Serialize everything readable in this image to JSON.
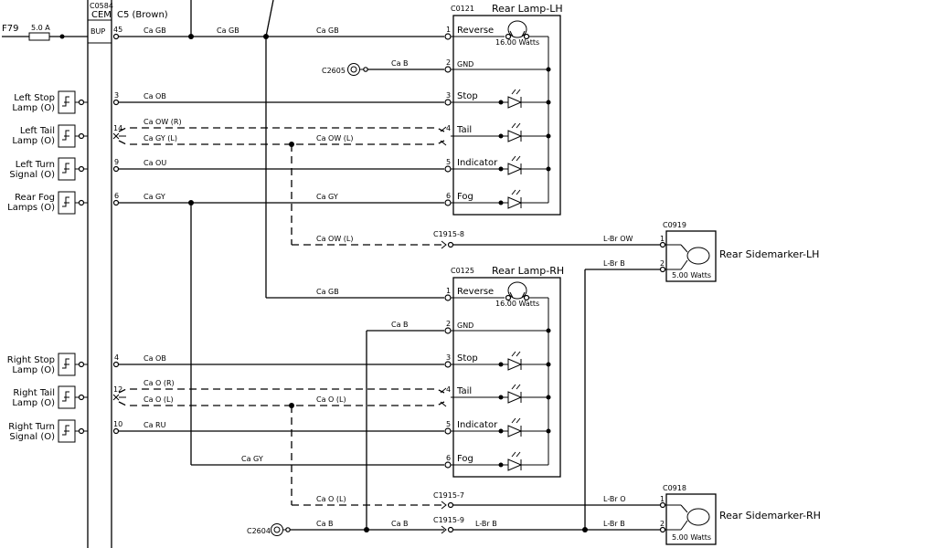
{
  "header": {
    "fuse": "F79",
    "fuse_rating": "5.0 A",
    "cem_id": "C0584",
    "cem_name": "CEM",
    "cem_connector": "C5 (Brown)",
    "bup_label": "BUP",
    "bup_pin": "45"
  },
  "wires": {
    "ca_gb": "Ca GB",
    "ca_b": "Ca B",
    "ca_ob": "Ca OB",
    "ca_ow_r": "Ca OW (R)",
    "ca_gy_l": "Ca GY (L)",
    "ca_ow_l": "Ca OW (L)",
    "ca_ou": "Ca OU",
    "ca_gy": "Ca GY",
    "ca_o_r": "Ca O (R)",
    "ca_o_l": "Ca O (L)",
    "ca_ru": "Ca RU",
    "lbr_ow": "L-Br OW",
    "lbr_b": "L-Br B",
    "lbr_o": "L-Br O"
  },
  "left_inputs": [
    {
      "line1": "Left Stop",
      "line2": "Lamp (O)",
      "pin": "3"
    },
    {
      "line1": "Left Tail",
      "line2": "Lamp (O)",
      "pin": "14"
    },
    {
      "line1": "Left Turn",
      "line2": "Signal (O)",
      "pin": "9"
    },
    {
      "line1": "Rear Fog",
      "line2": "Lamps (O)",
      "pin": "6"
    },
    {
      "line1": "Right Stop",
      "line2": "Lamp (O)",
      "pin": "4"
    },
    {
      "line1": "Right Tail",
      "line2": "Lamp (O)",
      "pin": "12"
    },
    {
      "line1": "Right Turn",
      "line2": "Signal (O)",
      "pin": "10"
    }
  ],
  "rear_lamp_lh": {
    "connector": "C0121",
    "title": "Rear Lamp-LH",
    "bulb_rating": "16.00 Watts",
    "pins": [
      {
        "num": "1",
        "label": "Reverse"
      },
      {
        "num": "2",
        "label": "GND"
      },
      {
        "num": "3",
        "label": "Stop"
      },
      {
        "num": "4",
        "label": "Tail"
      },
      {
        "num": "5",
        "label": "Indicator"
      },
      {
        "num": "6",
        "label": "Fog"
      }
    ]
  },
  "rear_lamp_rh": {
    "connector": "C0125",
    "title": "Rear Lamp-RH",
    "bulb_rating": "16.00 Watts",
    "pins": [
      {
        "num": "1",
        "label": "Reverse"
      },
      {
        "num": "2",
        "label": "GND"
      },
      {
        "num": "3",
        "label": "Stop"
      },
      {
        "num": "4",
        "label": "Tail"
      },
      {
        "num": "5",
        "label": "Indicator"
      },
      {
        "num": "6",
        "label": "Fog"
      }
    ]
  },
  "sidemarker_lh": {
    "connector": "C0919",
    "title": "Rear Sidemarker-LH",
    "rating": "5.00 Watts",
    "pin1": "1",
    "pin2": "2"
  },
  "sidemarker_rh": {
    "connector": "C0918",
    "title": "Rear Sidemarker-RH",
    "rating": "5.00 Watts",
    "pin1": "1",
    "pin2": "2"
  },
  "grounds": {
    "lh": "C2605",
    "rh": "C2604"
  },
  "inline": {
    "c1915_8": "C1915-8",
    "c1915_7": "C1915-7",
    "c1915_9": "C1915-9"
  },
  "colors": {
    "line": "#000000",
    "background": "#ffffff"
  }
}
